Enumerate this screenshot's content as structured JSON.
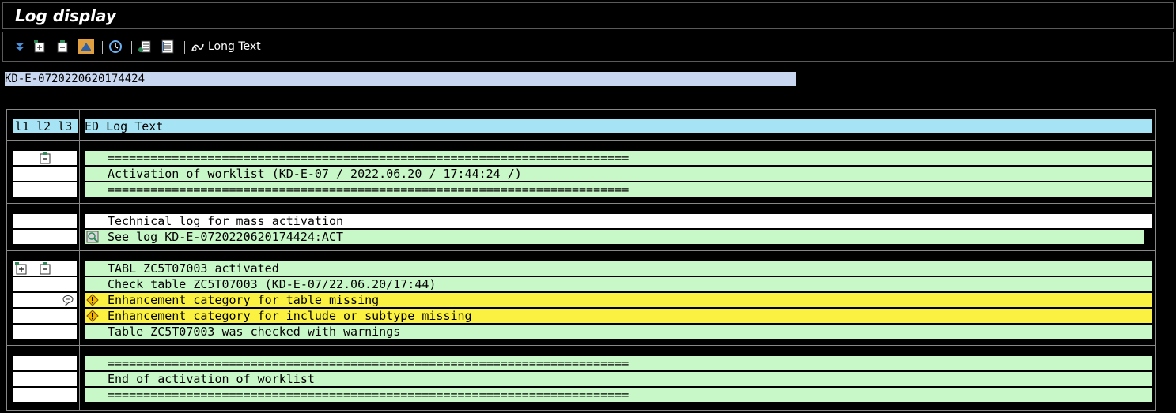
{
  "window": {
    "title": "Log display"
  },
  "toolbar": {
    "long_text_label": "Long Text"
  },
  "log_id": "KD-E-0720220620174424",
  "table": {
    "header": {
      "levels": "l1 l2 l3",
      "ed_log_text": "ED Log Text"
    },
    "rows": [
      {
        "text": "========================================================================="
      },
      {
        "text": "Activation of worklist (KD-E-07 / 2022.06.20 / 17:44:24 /)"
      },
      {
        "text": "========================================================================="
      },
      {
        "text": "Technical log for mass activation"
      },
      {
        "text": "See log KD-E-0720220620174424:ACT"
      },
      {
        "text": "TABL ZC5T07003 activated"
      },
      {
        "text": "Check table ZC5T07003 (KD-E-07/22.06.20/17:44)"
      },
      {
        "text": "Enhancement category for table missing"
      },
      {
        "text": "Enhancement category for include or subtype missing"
      },
      {
        "text": "Table ZC5T07003 was checked with warnings"
      },
      {
        "text": "========================================================================="
      },
      {
        "text": "End of activation of worklist"
      },
      {
        "text": "========================================================================="
      }
    ]
  },
  "colors": {
    "success_row": "#c8f7c8",
    "warning_row": "#fbf140",
    "header_row": "#a6e4f5",
    "field_bg": "#c8d7ef"
  }
}
